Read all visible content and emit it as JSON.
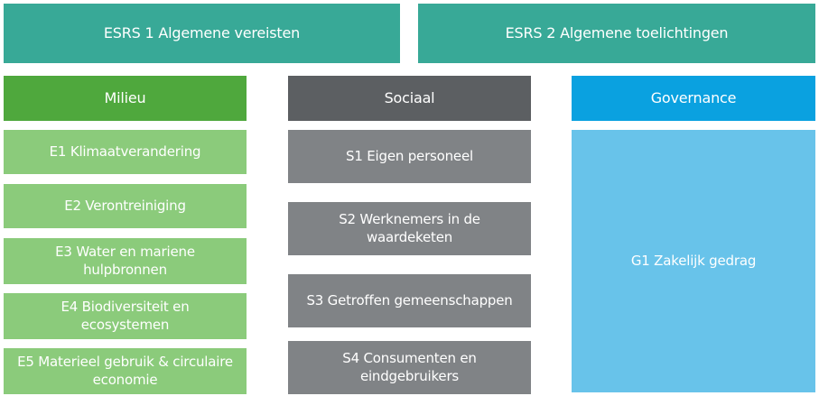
{
  "top": {
    "esrs1": "ESRS 1 Algemene vereisten",
    "esrs2": "ESRS 2 Algemene toelichtingen"
  },
  "columns": {
    "environment": {
      "header": "Milieu",
      "items": [
        "E1 Klimaatverandering",
        "E2 Verontreiniging",
        "E3 Water en mariene hulpbronnen",
        "E4 Biodiversiteit en ecosystemen",
        "E5 Materieel gebruik & circulaire economie"
      ]
    },
    "social": {
      "header": "Sociaal",
      "items": [
        "S1 Eigen personeel",
        "S2 Werknemers in de waardeketen",
        "S3 Getroffen gemeenschappen",
        "S4 Consumenten en eindgebruikers"
      ]
    },
    "governance": {
      "header": "Governance",
      "items": [
        "G1 Zakelijk gedrag"
      ]
    }
  },
  "colors": {
    "top": "#38a997",
    "environment_header": "#4fa83d",
    "environment_item": "#8bcb7b",
    "social_header": "#5c5f62",
    "social_item": "#808386",
    "governance_header": "#0aa1e0",
    "governance_item": "#68c3ea"
  }
}
